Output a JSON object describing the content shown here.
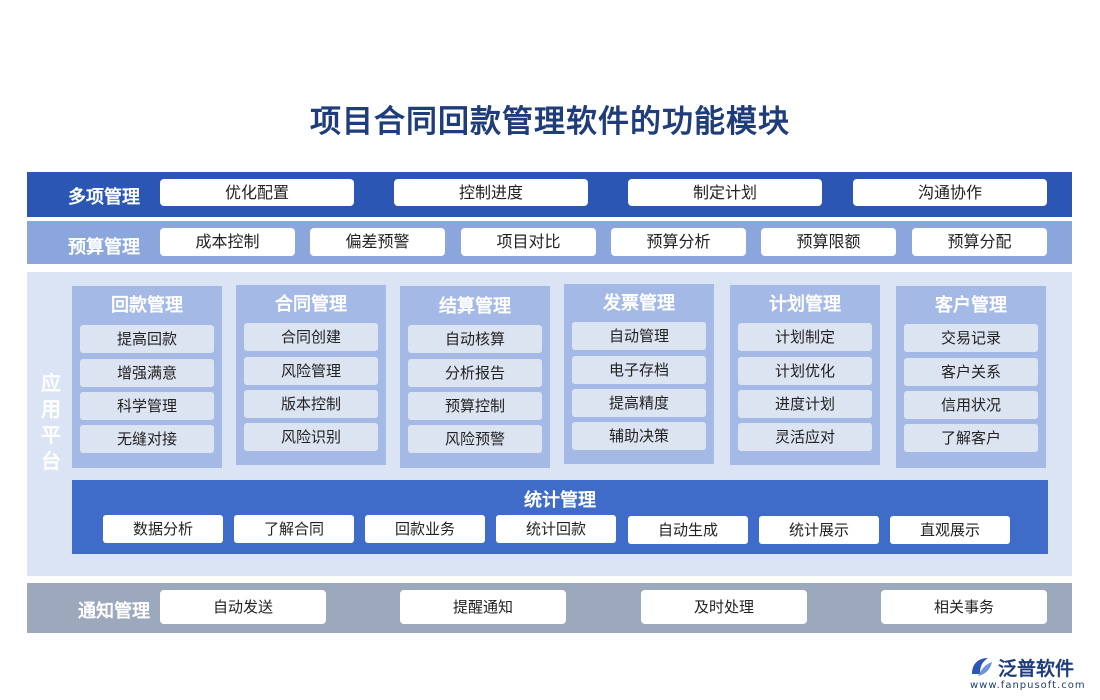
{
  "title": "项目合同回款管理软件的功能模块",
  "multi": {
    "label": "多项管理",
    "items": [
      "优化配置",
      "控制进度",
      "制定计划",
      "沟通协作"
    ]
  },
  "budget": {
    "label": "预算管理",
    "items": [
      "成本控制",
      "偏差预警",
      "项目对比",
      "预算分析",
      "预算限额",
      "预算分配"
    ]
  },
  "platform": {
    "label": "应用平台",
    "modules": [
      {
        "title": "回款管理",
        "items": [
          "提高回款",
          "增强满意",
          "科学管理",
          "无缝对接"
        ]
      },
      {
        "title": "合同管理",
        "items": [
          "合同创建",
          "风险管理",
          "版本控制",
          "风险识别"
        ]
      },
      {
        "title": "结算管理",
        "items": [
          "自动核算",
          "分析报告",
          "预算控制",
          "风险预警"
        ]
      },
      {
        "title": "发票管理",
        "items": [
          "自动管理",
          "电子存档",
          "提高精度",
          "辅助决策"
        ]
      },
      {
        "title": "计划管理",
        "items": [
          "计划制定",
          "计划优化",
          "进度计划",
          "灵活应对"
        ]
      },
      {
        "title": "客户管理",
        "items": [
          "交易记录",
          "客户关系",
          "信用状况",
          "了解客户"
        ]
      }
    ]
  },
  "stats": {
    "title": "统计管理",
    "items": [
      "数据分析",
      "了解合同",
      "回款业务",
      "统计回款",
      "自动生成",
      "统计展示",
      "直观展示"
    ]
  },
  "notify": {
    "label": "通知管理",
    "items": [
      "自动发送",
      "提醒通知",
      "及时处理",
      "相关事务"
    ]
  },
  "logo": {
    "name": "泛普软件",
    "url": "www.fanpusoft.com"
  },
  "colors": {
    "title": "#1f3d7a",
    "row1": "#2b56b3",
    "row2": "#8aa6dd",
    "platform": "#dbe4f4",
    "module": "#a5b9e6",
    "stats": "#3e6cc8",
    "notify": "#9ca9bd"
  }
}
